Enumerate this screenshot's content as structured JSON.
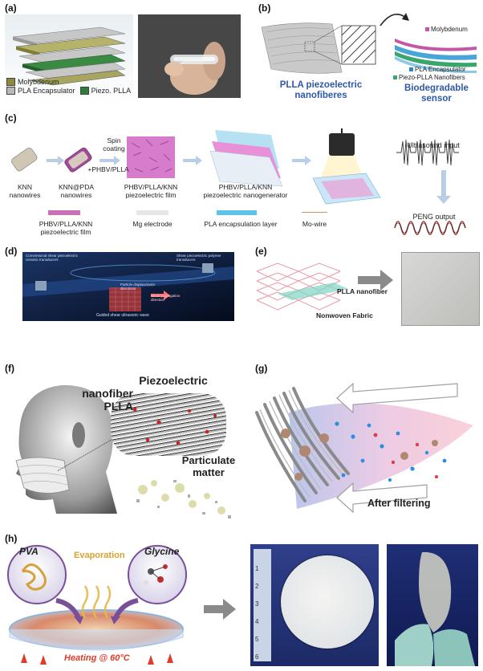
{
  "panels": {
    "a": {
      "label": "(a)",
      "legend": [
        "Molybdenum",
        "PLA Encapsulator",
        "Piezo. PLLA"
      ],
      "colors": [
        "#8c8a3c",
        "#b8b8b8",
        "#2f7d3a"
      ]
    },
    "b": {
      "label": "(b)",
      "fiber_title": [
        "PLLA piezoelectric",
        "nanofiberes"
      ],
      "legend": [
        "Molybdenum",
        "PLA Encapsulator",
        "Piezo-PLLA Nanofibers"
      ],
      "sensor_title": [
        "Biodegradable",
        "sensor"
      ]
    },
    "c": {
      "label": "(c)",
      "steps": {
        "knn": [
          "KNN",
          "nanowires"
        ],
        "knnpda": [
          "KNN@PDA",
          "nanowires"
        ],
        "spin": [
          "Spin",
          "coating"
        ],
        "plus": "+PHBV/PLLA",
        "film": [
          "PHBV/PLLA/KNN",
          "piezoelectric film"
        ],
        "peng": [
          "PHBV/PLLA/KNN",
          "piezoelectric nanogenerator"
        ],
        "ultrasound": "Ultrasound input",
        "output": "PENG output"
      },
      "legend": [
        {
          "text": "PHBV/PLLA/KNN piezoelectric film",
          "color": "#c96fb8"
        },
        {
          "text": "Mg electrode",
          "color": "#e6e6e6"
        },
        {
          "text": "PLA encapsulation layer",
          "color": "#5ec3e6"
        },
        {
          "text": "Mo-wire",
          "color": "#d98a6a"
        }
      ]
    },
    "d": {
      "label": "(d)",
      "annotations": [
        "Conventional shear piezoelectric ceramic transducers",
        "Shear piezoelectric polymer transducers",
        "Particle displacement directions",
        "Wave propagation direction",
        "Guided shear ultrasonic wave"
      ]
    },
    "e": {
      "label": "(e)",
      "fiber_label": "PLLA nanofiber",
      "fabric_label": "Nonwoven Fabric"
    },
    "f": {
      "label": "(f)",
      "title": [
        "Piezoelectric",
        "nanofiber",
        "PLLA"
      ],
      "pm": [
        "Particulate",
        "matter"
      ]
    },
    "g": {
      "label": "(g)",
      "after": "After filtering"
    },
    "h": {
      "label": "(h)",
      "pva": "PVA",
      "glycine": "Glycine",
      "evaporation": "Evaporation",
      "heating": "Heating @ 60°C",
      "ruler": [
        "1",
        "2",
        "3",
        "4",
        "5",
        "6"
      ]
    }
  }
}
